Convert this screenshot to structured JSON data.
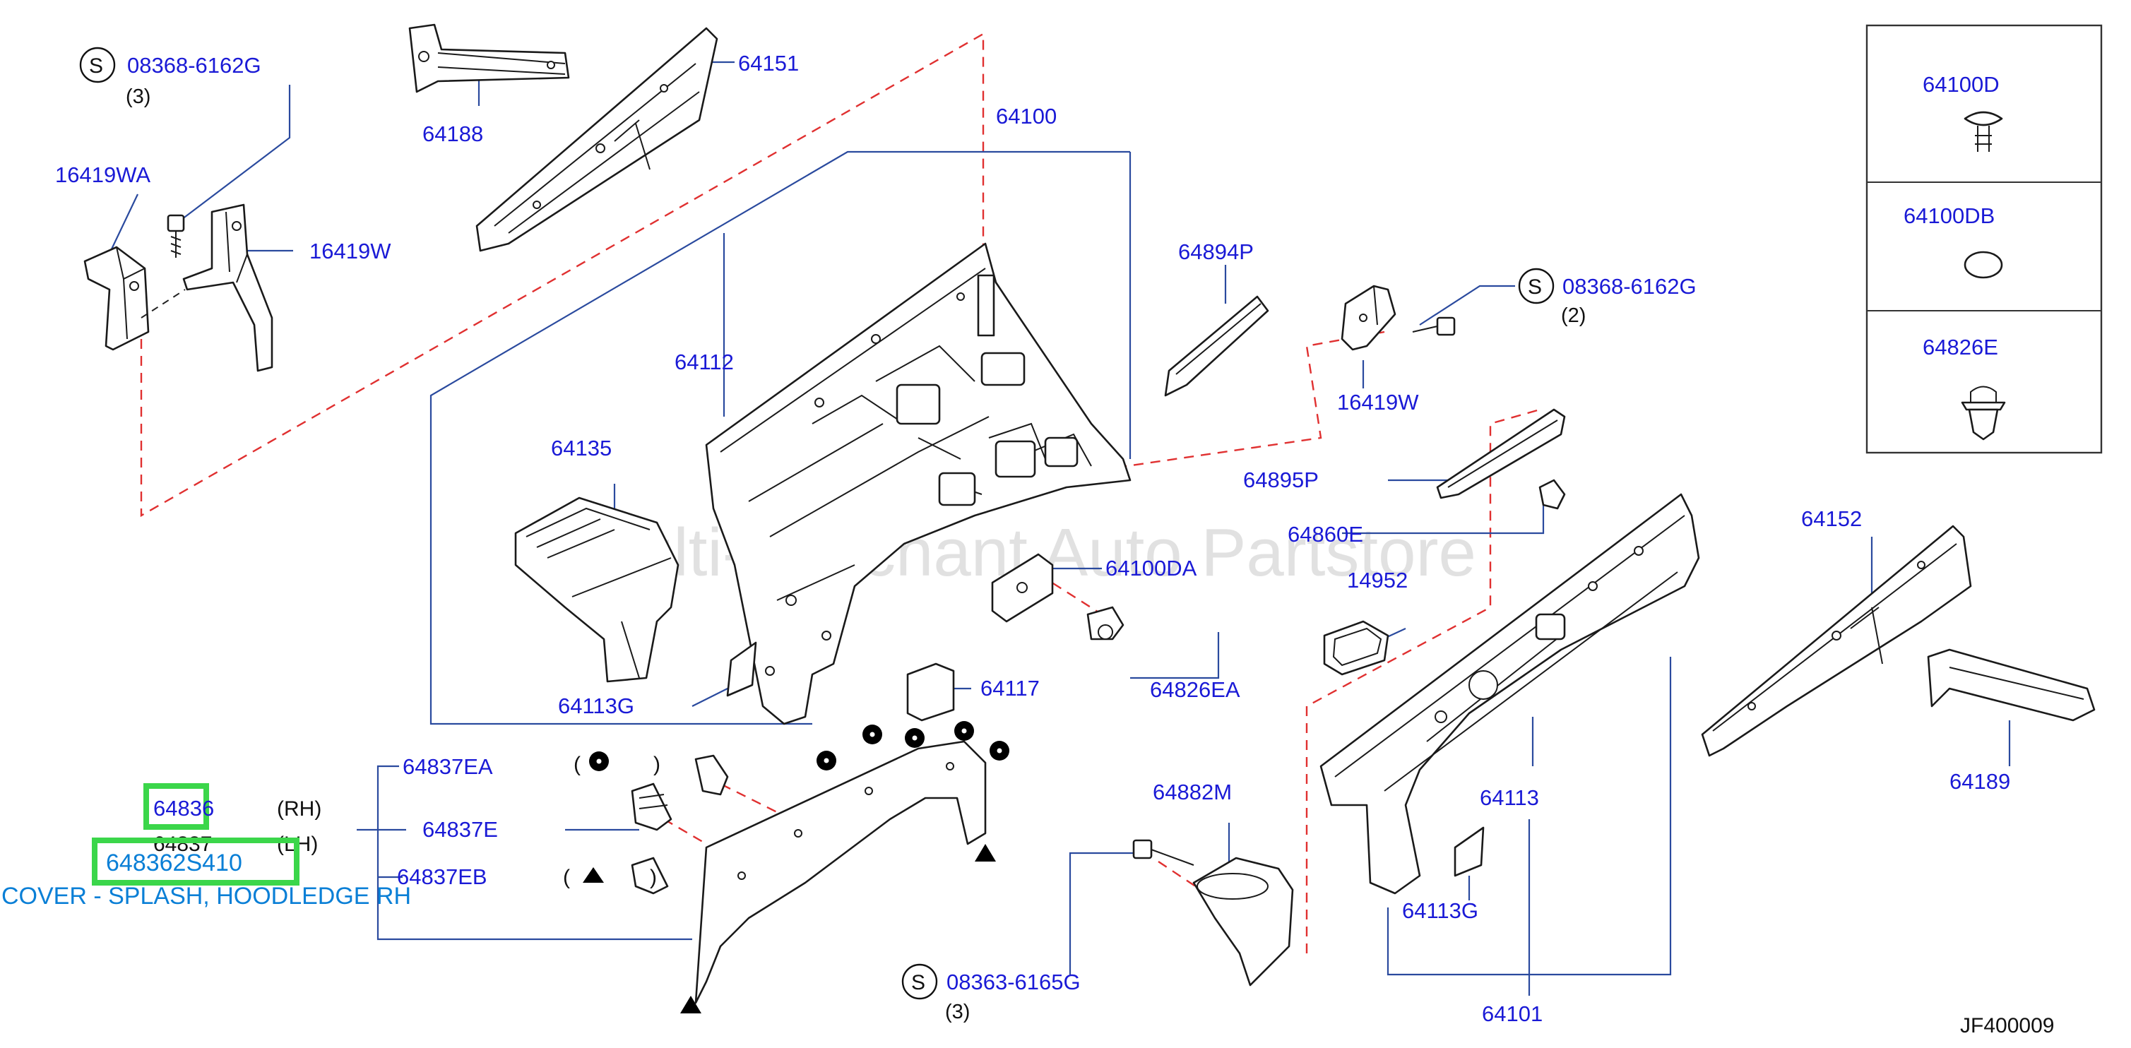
{
  "labels": {
    "p08368_6162g_top": "08368-6162G",
    "qty_top": "(3)",
    "p16419wa": "16419WA",
    "p16419w_left": "16419W",
    "p64188": "64188",
    "p64151": "64151",
    "p64100": "64100",
    "p64112": "64112",
    "p64135": "64135",
    "p64894p": "64894P",
    "p08368_6162g_right": "08368-6162G",
    "qty_right": "(2)",
    "p16419w_right": "16419W",
    "p64895p": "64895P",
    "p64860e": "64860E",
    "p64100da": "64100DA",
    "p14952": "14952",
    "p64152": "64152",
    "p64826ea": "64826EA",
    "p64117": "64117",
    "p64113g_left": "64113G",
    "p64837ea": "64837EA",
    "p64836": "64836",
    "rh": "(RH)",
    "p64837": "64837",
    "lh": "(LH)",
    "p64837e": "64837E",
    "p64837eb": "64837EB",
    "p648362s410": "648362S410",
    "cover_desc": "COVER - SPLASH, HOODLEDGE RH",
    "p64882m": "64882M",
    "p64113": "64113",
    "p64189": "64189",
    "p64113g_right": "64113G",
    "p08363_6165g": "08363-6165G",
    "qty_bottom": "(3)",
    "p64101": "64101",
    "diagram_code": "JF400009",
    "paren_open_1": "(",
    "paren_close_1": ")",
    "paren_open_2": "(",
    "paren_close_2": ")",
    "s_symbol": "S"
  },
  "legend_box": {
    "items": [
      {
        "label": "64100D"
      },
      {
        "label": "64100DB"
      },
      {
        "label": "64826E"
      }
    ]
  },
  "watermark": "Multi-Merchant Auto Partstore",
  "colors": {
    "part_number": "#1a1ad6",
    "leader_line": "#2a4a9e",
    "dashed_line": "#e03030",
    "highlight": "#3bd64a",
    "callout_text": "#0a7fd6"
  }
}
